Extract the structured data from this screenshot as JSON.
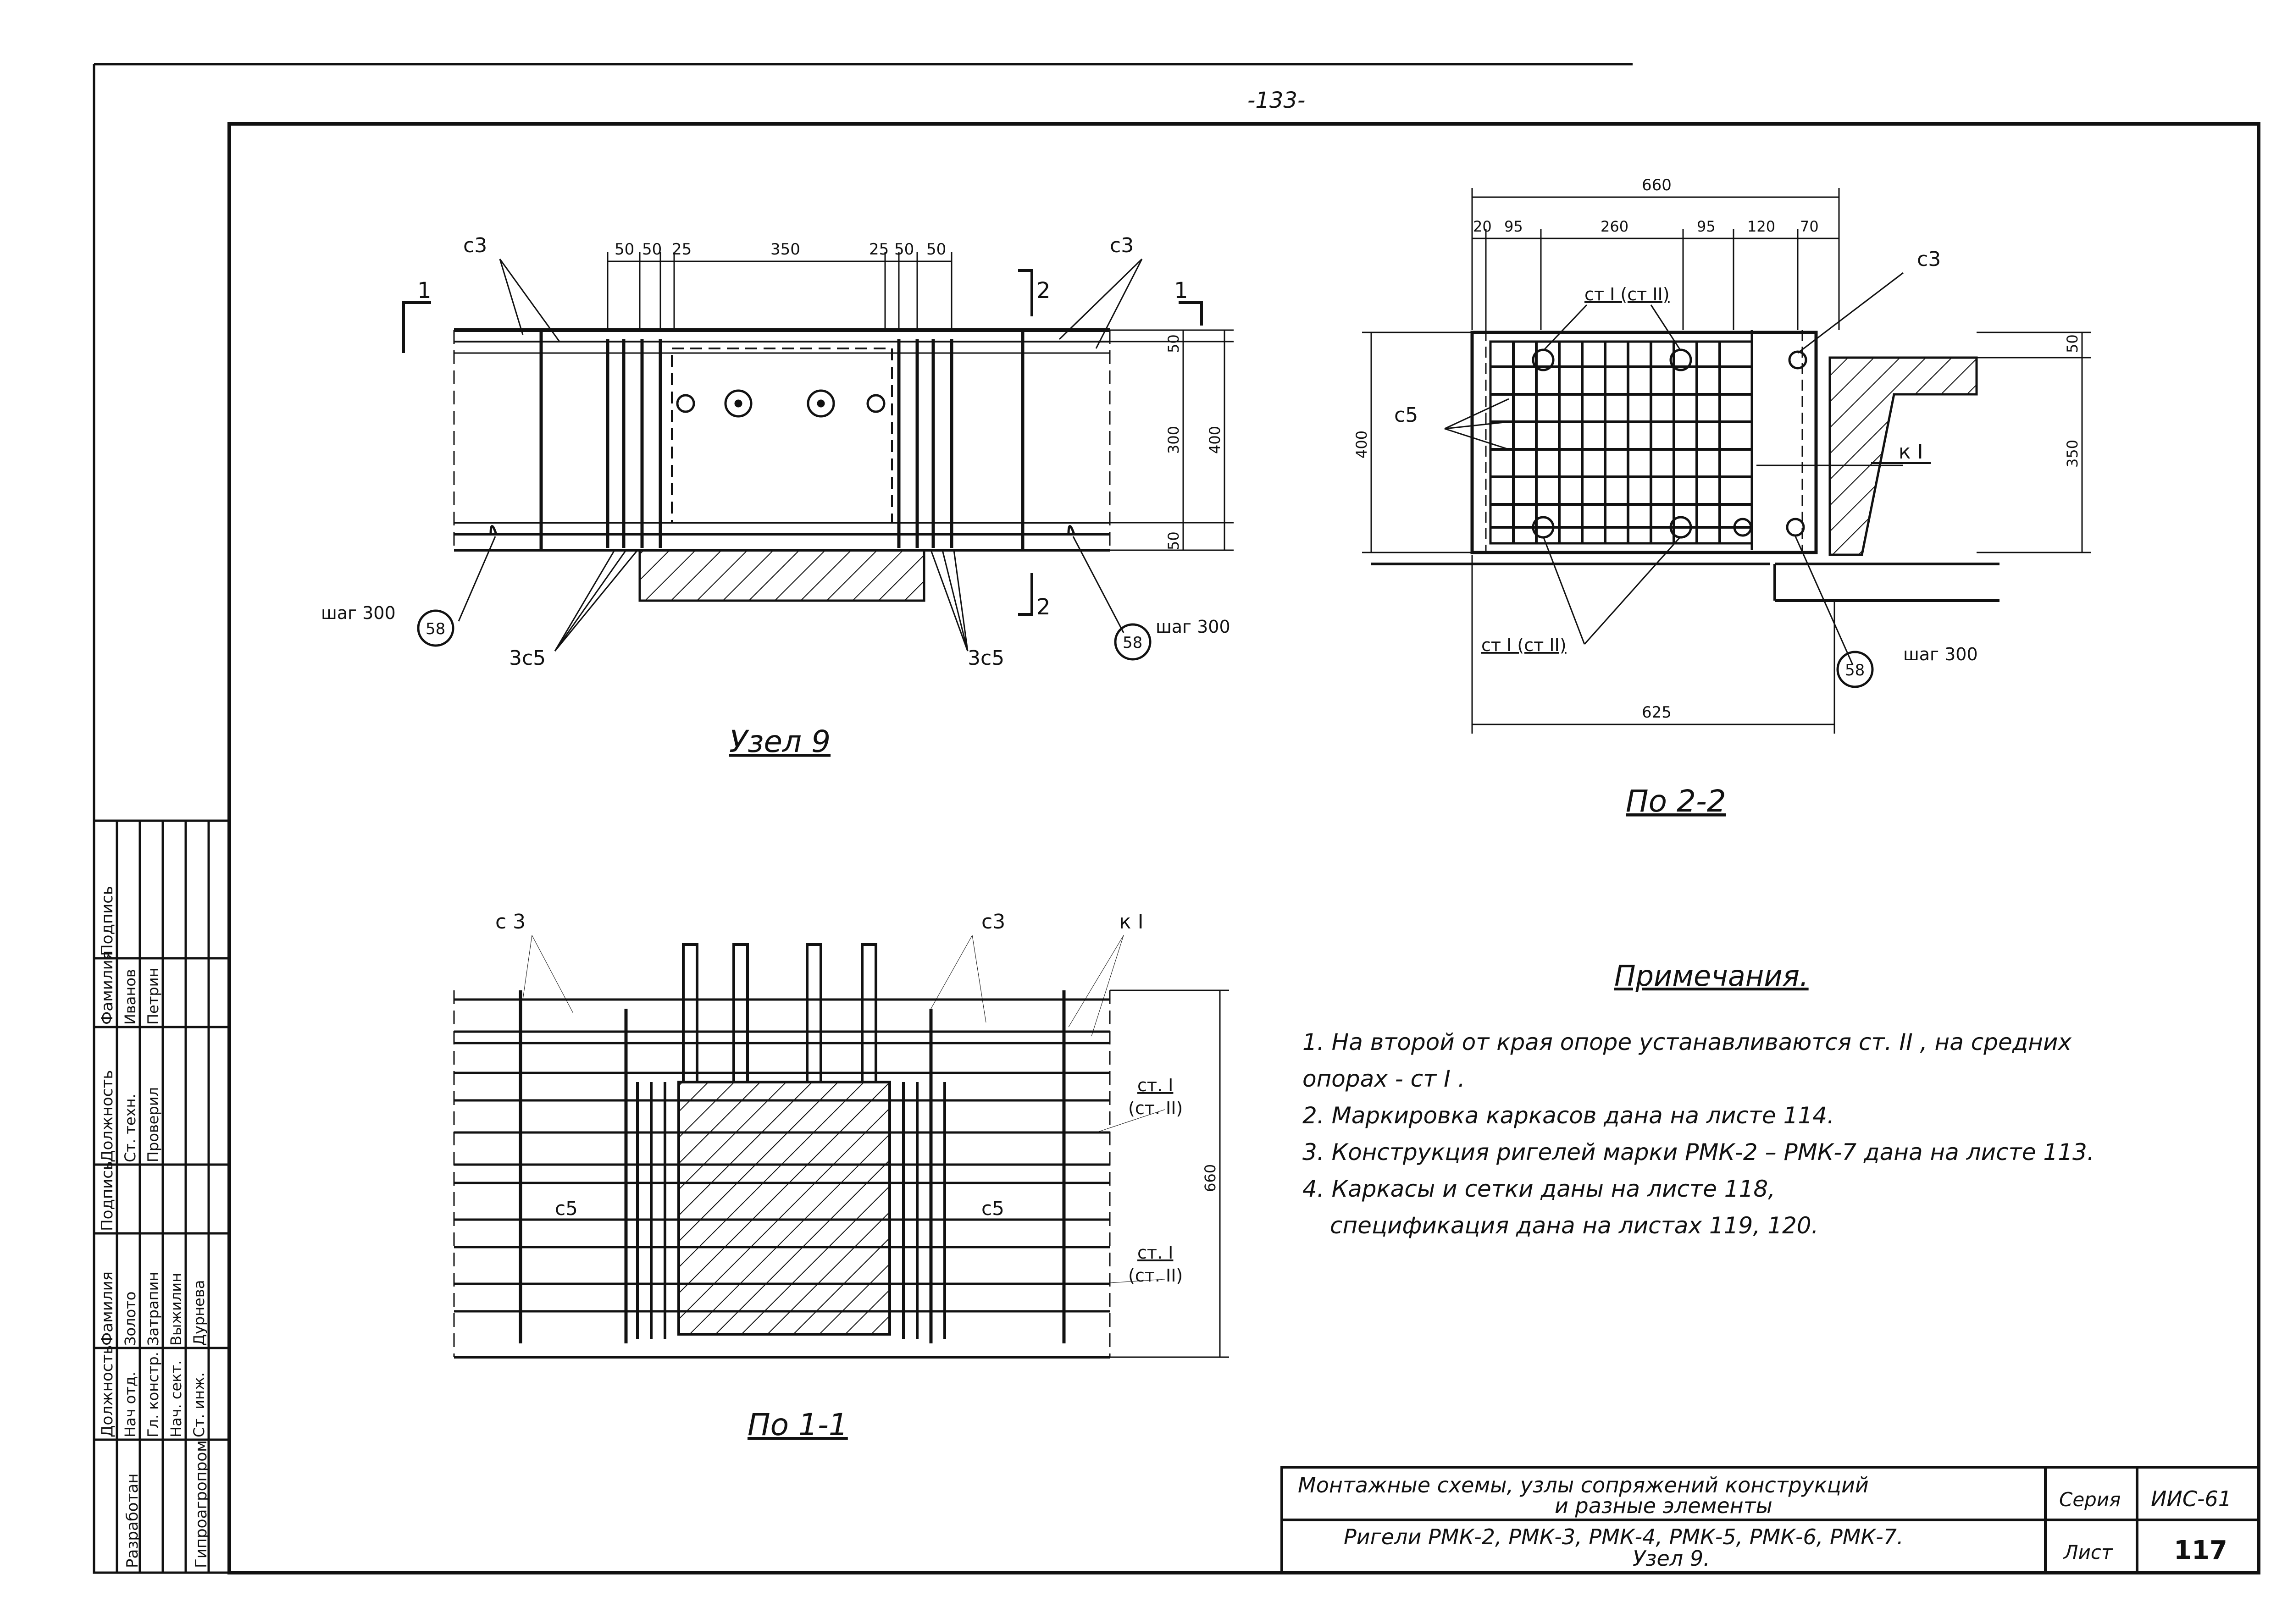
{
  "page_number": "-133-",
  "colors": {
    "ink": "#111111",
    "paper": "#ffffff"
  },
  "node9": {
    "title": "Узел 9",
    "dims_top": [
      "50",
      "50",
      "25",
      "350",
      "25",
      "50",
      "50"
    ],
    "dims_right": [
      "50",
      "300",
      "50"
    ],
    "dim_total": "400",
    "label_c3": "с3",
    "label_3c5": "3с5",
    "step": "шаг 300",
    "mark": "58",
    "cut1": "1",
    "cut2": "2"
  },
  "section22": {
    "title": "По 2-2",
    "dim_total_top": "660",
    "dims_top": [
      "20",
      "95",
      "260",
      "95",
      "120",
      "70"
    ],
    "dim_left": "400",
    "dim_right_top": "50",
    "dim_right": "350",
    "dim_bottom": "625",
    "label_st_top": "ст I (ст II)",
    "label_st_bottom": "ст I (ст II)",
    "label_c3": "с3",
    "label_c5": "с5",
    "label_kI": "к I",
    "step": "шаг 300",
    "mark": "58"
  },
  "section11": {
    "title": "По 1-1",
    "label_c3_left": "с 3",
    "label_c3_right": "с3",
    "label_kI": "к I",
    "label_st1": "ст. I",
    "label_st1b": "(ст. II)",
    "label_st2": "ст. I",
    "label_st2b": "(ст. II)",
    "label_c5_left": "с5",
    "label_c5_right": "с5",
    "dim_height": "660"
  },
  "notes": {
    "title": "Примечания.",
    "lines": [
      "1. На второй от края опоре устанавливаются ст. II , на средних",
      "опорах - ст I .",
      "2. Маркировка каркасов дана на листе 114.",
      "3. Конструкция ригелей марки РМК-2 – РМК-7 дана на листе 113.",
      "4. Каркасы и сетки даны на листе 118,",
      "спецификация дана на листах 119, 120."
    ]
  },
  "stamp": {
    "side_headers": [
      "Должность",
      "Фамилия",
      "Подпись",
      "Должность",
      "Фамилия",
      "Подпись"
    ],
    "developed": "Разработан",
    "org": "Гипроагропром",
    "rows_left": [
      [
        "Нач отд.",
        "Золото"
      ],
      [
        "Гл. констр.",
        "Затрапин"
      ],
      [
        "Нач. сект.",
        "Выжилин"
      ],
      [
        "Ст. инж.",
        "Дурнева"
      ]
    ],
    "rows_right": [
      [
        "Ст. техн.",
        "Иванов"
      ],
      [
        "Проверил",
        "Петрин"
      ]
    ],
    "title_line1": "Монтажные схемы, узлы сопряжений конструкций",
    "title_line2": "и разные элементы",
    "title_line3": "Ригели РМК-2, РМК-3, РМК-4, РМК-5, РМК-6, РМК-7.",
    "title_line4": "Узел 9.",
    "series_label": "Серия",
    "series_value": "ИИС-61",
    "sheet_label": "Лист",
    "sheet_value": "117"
  }
}
